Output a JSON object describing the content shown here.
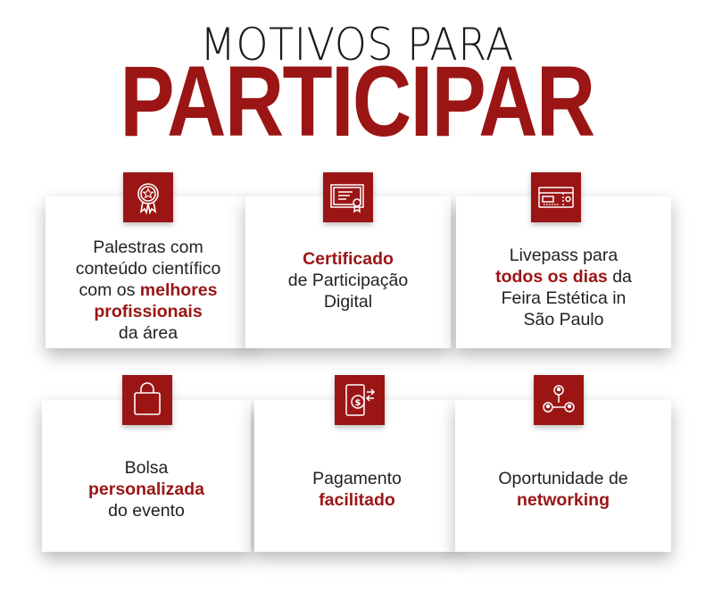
{
  "heading": {
    "line1": "MOTIVOS PARA",
    "line2": "PARTICIPAR"
  },
  "cards": [
    {
      "icon": "award-ribbon-icon",
      "text_plain_1": "Palestras com",
      "text_plain_2": "conteúdo científico",
      "text_plain_3": "com os ",
      "text_highlight_1": "melhores",
      "text_highlight_2": "profissionais",
      "text_plain_4": "da área"
    },
    {
      "icon": "certificate-icon",
      "text_highlight": "Certificado",
      "text_plain_1": "de Participação",
      "text_plain_2": "Digital"
    },
    {
      "icon": "ticket-icon",
      "text_plain_1": "Livepass para",
      "text_highlight": "todos os dias",
      "text_plain_2": " da",
      "text_plain_3": "Feira Estética in",
      "text_plain_4": "São Paulo"
    },
    {
      "icon": "shopping-bag-icon",
      "text_plain_1": "Bolsa",
      "text_highlight": "personalizada",
      "text_plain_2": "do evento"
    },
    {
      "icon": "mobile-payment-icon",
      "text_plain_1": "Pagamento",
      "text_highlight": "facilitado"
    },
    {
      "icon": "networking-icon",
      "text_plain_1": "Oportunidade de",
      "text_highlight": "networking"
    }
  ],
  "colors": {
    "accent": "#9b1515",
    "text": "#222222",
    "background": "#ffffff"
  }
}
